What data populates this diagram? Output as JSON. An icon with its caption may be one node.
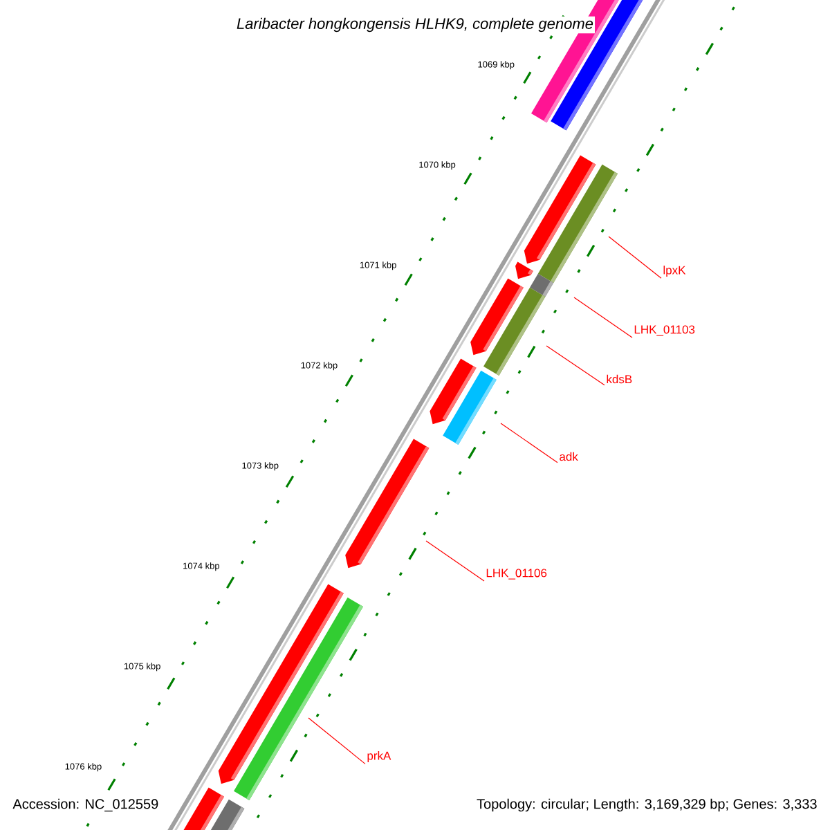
{
  "diagram": {
    "title": "Laribacter hongkongensis HLHK9, complete genome",
    "nodes": [
      {
        "text": [
          "lpxK"
        ]
      },
      {
        "text": [
          "LHK_01103"
        ]
      },
      {
        "text": [
          "kdsB"
        ]
      },
      {
        "text": [
          "adk"
        ]
      },
      {
        "text": [
          "LHK_01106"
        ]
      },
      {
        "text": [
          "prkA"
        ]
      }
    ],
    "edges": [
      {
        "from": 0,
        "to": null,
        "arrow": "none"
      },
      {
        "from": 1,
        "to": null,
        "arrow": "none"
      },
      {
        "from": 2,
        "to": null,
        "arrow": "none"
      },
      {
        "from": 3,
        "to": null,
        "arrow": "none"
      },
      {
        "from": 4,
        "to": null,
        "arrow": "none"
      },
      {
        "from": 5,
        "to": null,
        "arrow": "none"
      }
    ],
    "labels": [
      "1069 kbp",
      "1070 kbp",
      "1071 kbp",
      "1072 kbp",
      "1073 kbp",
      "1074 kbp",
      "1075 kbp",
      "1076 kbp",
      "Accession: NC_012559",
      "Topology: circular; Length: 3,169,329 bp; Genes: 3,333"
    ]
  }
}
